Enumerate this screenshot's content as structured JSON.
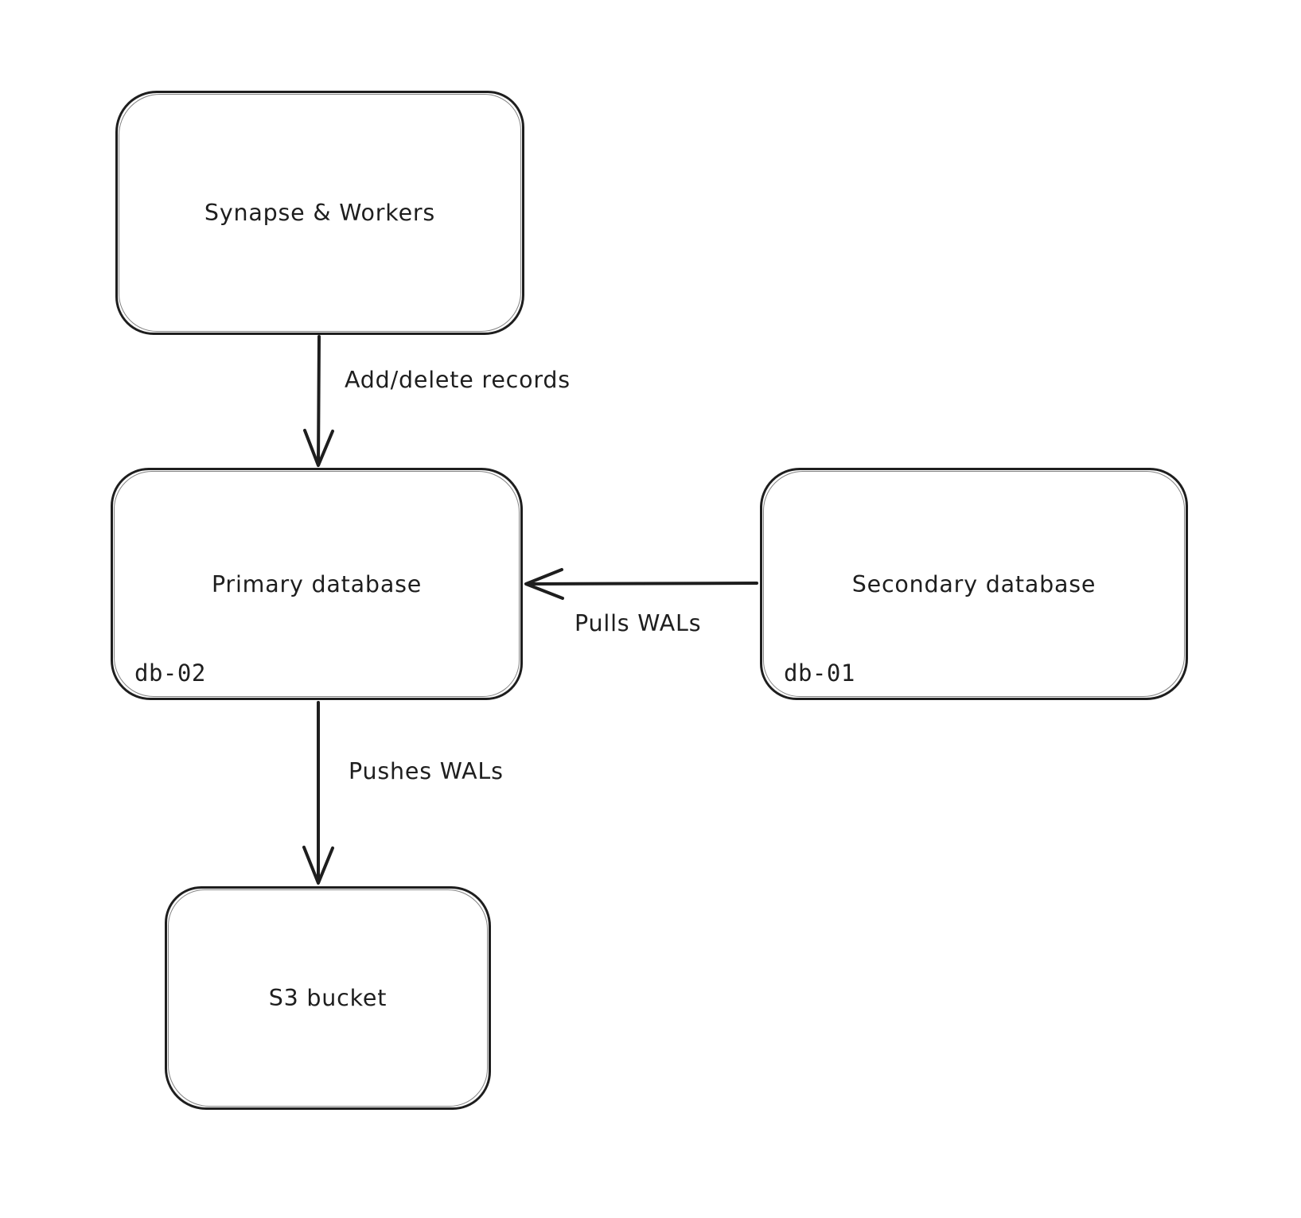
{
  "canvas": {
    "background_color": "#ffffff",
    "stroke_color": "#1e1e1e"
  },
  "nodes": {
    "synapse": {
      "label": "Synapse & Workers"
    },
    "primary": {
      "label": "Primary database",
      "sublabel": "db-02"
    },
    "secondary": {
      "label": "Secondary database",
      "sublabel": "db-01"
    },
    "s3": {
      "label": "S3 bucket"
    }
  },
  "edges": {
    "add_delete": {
      "label": "Add/delete records",
      "from": "Synapse & Workers",
      "to": "Primary database",
      "direction": "down"
    },
    "pulls_wals": {
      "label": "Pulls WALs",
      "from": "Secondary database",
      "to": "Primary database",
      "direction": "left"
    },
    "pushes_wals": {
      "label": "Pushes WALs",
      "from": "Primary database",
      "to": "S3 bucket",
      "direction": "down"
    }
  }
}
